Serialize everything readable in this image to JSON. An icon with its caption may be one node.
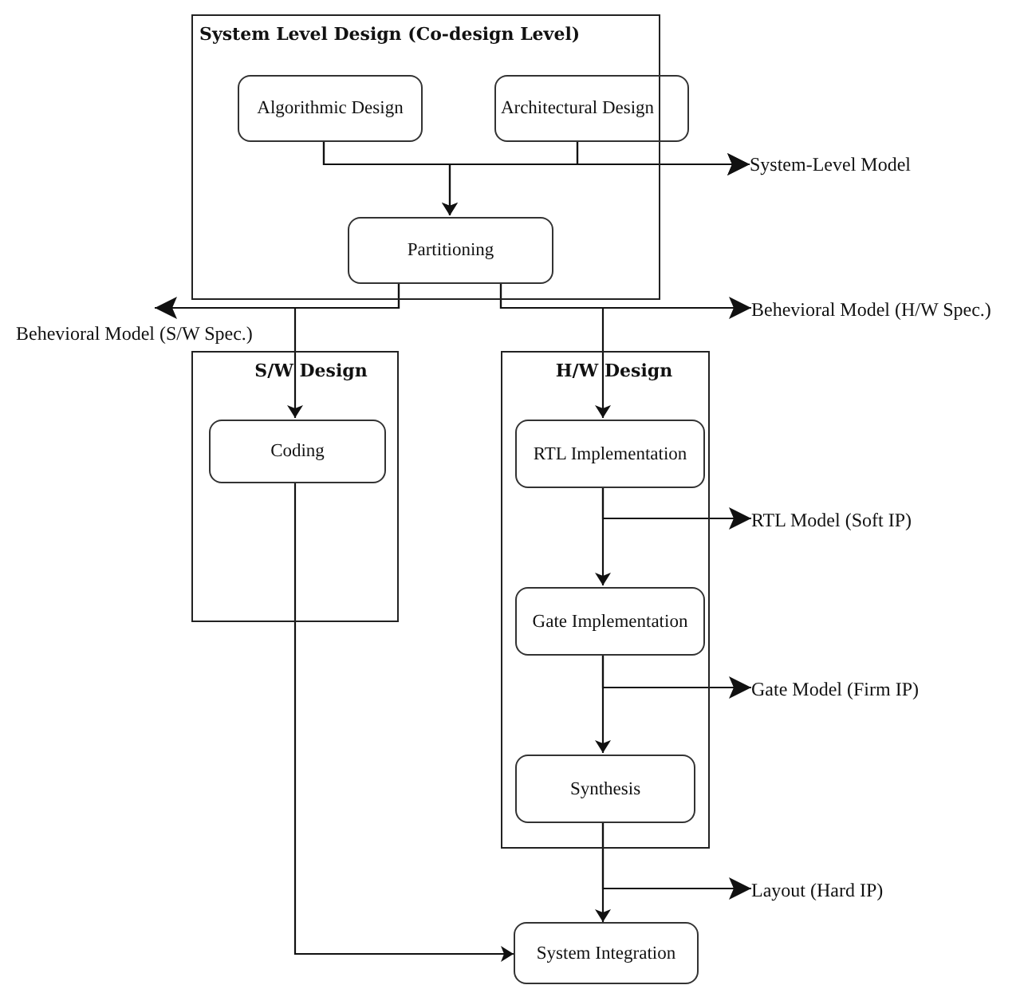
{
  "diagram": {
    "nodes": [
      {
        "text": [
          "System Level Design (Co-design Level)"
        ]
      },
      {
        "text": [
          "Algorithmic Design"
        ],
        "in": 0
      },
      {
        "text": [
          "Architectural Design"
        ],
        "in": 0
      },
      {
        "text": [
          "Partitioning"
        ],
        "in": 0
      },
      {
        "text": [
          "System-Level Model"
        ]
      },
      {
        "text": [
          "Behevioral Model (S/W Spec.)"
        ]
      },
      {
        "text": [
          "Behevioral Model (H/W Spec.)"
        ]
      },
      {
        "text": [
          "S/W Design"
        ]
      },
      {
        "text": [
          "Coding"
        ],
        "in": 7
      },
      {
        "text": [
          "H/W Design"
        ]
      },
      {
        "text": [
          "RTL Implementation"
        ],
        "in": 9
      },
      {
        "text": [
          "Gate Implementation"
        ],
        "in": 9
      },
      {
        "text": [
          "Synthesis"
        ],
        "in": 9
      },
      {
        "text": [
          "RTL Model (Soft IP)"
        ]
      },
      {
        "text": [
          "Gate Model (Firm IP)"
        ]
      },
      {
        "text": [
          "System Integration"
        ]
      },
      {
        "text": [
          "Layout (Hard IP)"
        ]
      }
    ],
    "edges": [
      {
        "from": 1,
        "to": 3,
        "arrow": "to"
      },
      {
        "from": 2,
        "to": 3,
        "arrow": "to"
      },
      {
        "from": 1,
        "to": 4,
        "arrow": "to"
      },
      {
        "from": 2,
        "to": 4,
        "arrow": "to"
      },
      {
        "from": 3,
        "to": 5,
        "arrow": "to"
      },
      {
        "from": 3,
        "to": 8,
        "arrow": "to"
      },
      {
        "from": 3,
        "to": 6,
        "arrow": "to"
      },
      {
        "from": 3,
        "to": 10,
        "arrow": "to"
      },
      {
        "from": 10,
        "to": 11,
        "arrow": "to"
      },
      {
        "from": 10,
        "to": 13,
        "arrow": "to"
      },
      {
        "from": 11,
        "to": 12,
        "arrow": "to"
      },
      {
        "from": 11,
        "to": 14,
        "arrow": "to"
      },
      {
        "from": 12,
        "to": 15,
        "arrow": "to"
      },
      {
        "from": 12,
        "to": 16,
        "arrow": "to"
      },
      {
        "from": 8,
        "to": 15,
        "arrow": "to"
      }
    ]
  }
}
